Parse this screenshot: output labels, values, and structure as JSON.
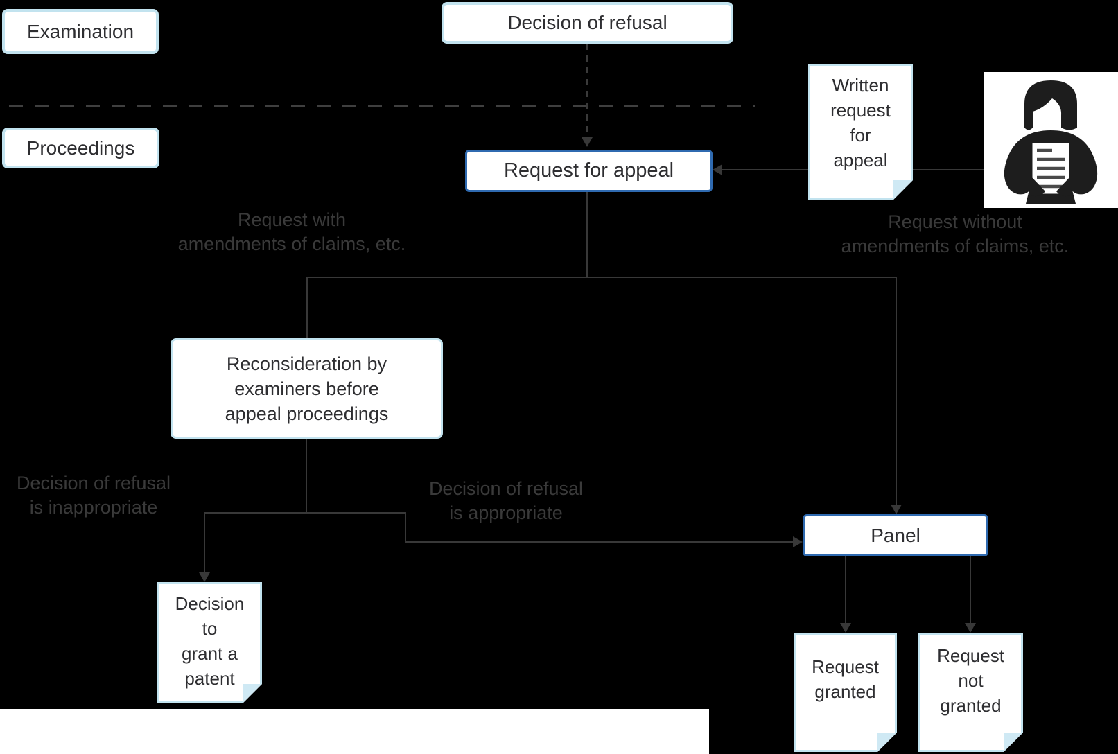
{
  "diagram": {
    "lanes": {
      "examination": "Examination",
      "proceedings": "Proceedings"
    },
    "nodes": {
      "decision_of_refusal": "Decision of refusal",
      "request_for_appeal": "Request for appeal",
      "reconsideration": "Reconsideration by\nexaminers before\nappeal proceedings",
      "panel": "Panel"
    },
    "documents": {
      "written_request": "Written\nrequest\nfor\nappeal",
      "grant_patent": "Decision\nto\ngrant a\npatent",
      "request_granted": "Request\ngranted",
      "request_not_granted": "Request\nnot\ngranted"
    },
    "edge_labels": {
      "with_amendments": "Request with\namendments of claims, etc.",
      "without_amendments": "Request without\namendments of claims, etc.",
      "refusal_inappropriate": "Decision of refusal\nis inappropriate",
      "refusal_appropriate": "Decision of refusal\nis appropriate"
    },
    "icons": {
      "applicant": "person-holding-document"
    },
    "colors": {
      "background": "#000000",
      "node_border_light": "#c2e3ef",
      "node_border_accent": "#2f6ab0",
      "node_fill": "#ffffff",
      "line": "#383838",
      "node_text": "#2e2e31",
      "label_text": "#3a3a3a"
    }
  }
}
